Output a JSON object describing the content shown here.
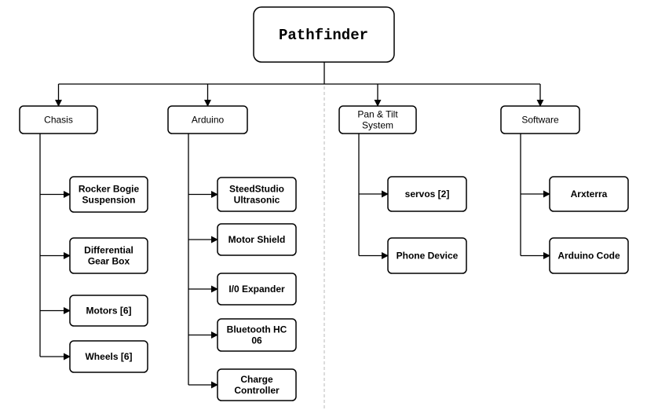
{
  "title": "Pathfinder",
  "colors": {
    "stroke": "#000000",
    "fill": "#ffffff",
    "divider": "#b8b8b8"
  },
  "categories": [
    {
      "label": [
        "Chasis"
      ],
      "children": [
        {
          "label": [
            "Rocker Bogie",
            "Suspension"
          ]
        },
        {
          "label": [
            "Differential",
            "Gear Box"
          ]
        },
        {
          "label": [
            "Motors [6]"
          ]
        },
        {
          "label": [
            "Wheels [6]"
          ]
        }
      ]
    },
    {
      "label": [
        "Arduino"
      ],
      "children": [
        {
          "label": [
            "SteedStudio",
            "Ultrasonic"
          ]
        },
        {
          "label": [
            "Motor Shield"
          ]
        },
        {
          "label": [
            "I/0 Expander"
          ]
        },
        {
          "label": [
            "Bluetooth HC",
            "06"
          ]
        },
        {
          "label": [
            "Charge",
            "Controller"
          ]
        }
      ]
    },
    {
      "label": [
        "Pan & Tilt",
        "System"
      ],
      "children": [
        {
          "label": [
            "servos [2]"
          ]
        },
        {
          "label": [
            "Phone Device"
          ]
        }
      ]
    },
    {
      "label": [
        "Software"
      ],
      "children": [
        {
          "label": [
            "Arxterra"
          ]
        },
        {
          "label": [
            "Arduino Code"
          ]
        }
      ]
    }
  ]
}
